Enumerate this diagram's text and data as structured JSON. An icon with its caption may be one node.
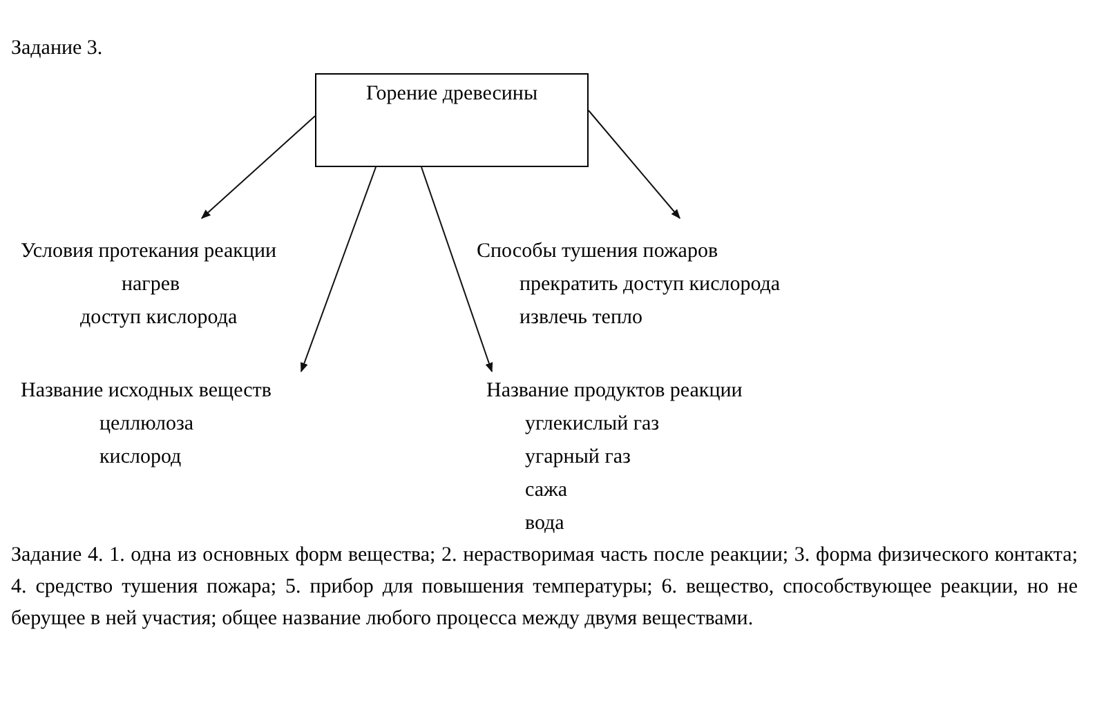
{
  "diagram": {
    "nodes": [
      {
        "text": [
          "Горение древесины"
        ]
      },
      {
        "text": [
          "Условия протекания реакции",
          "нагрев",
          "доступ кислорода"
        ]
      },
      {
        "text": [
          "Способы тушения пожаров",
          "прекратить доступ кислорода",
          "извлечь тепло"
        ]
      },
      {
        "text": [
          "Название исходных веществ",
          "целлюлоза",
          "кислород"
        ]
      },
      {
        "text": [
          "Название продуктов реакции",
          "углекислый газ",
          "угарный газ",
          "сажа",
          "вода"
        ]
      }
    ],
    "edges": [
      {
        "from": 0,
        "to": 1,
        "arrow": "to"
      },
      {
        "from": 0,
        "to": 2,
        "arrow": "to"
      },
      {
        "from": 0,
        "to": 3,
        "arrow": "to"
      },
      {
        "from": 0,
        "to": 4,
        "arrow": "to"
      }
    ],
    "labels": [
      "Задание 3.",
      "Задание 4. 1. одна из основных форм вещества; 2. нерастворимая часть после реакции; 3. форма физического контакта; 4. средство тушения пожара; 5. прибор для повышения температуры; 6. вещество, способствующее реакции, но не берущее в ней участия; общее название любого процесса между двумя веществами."
    ]
  }
}
